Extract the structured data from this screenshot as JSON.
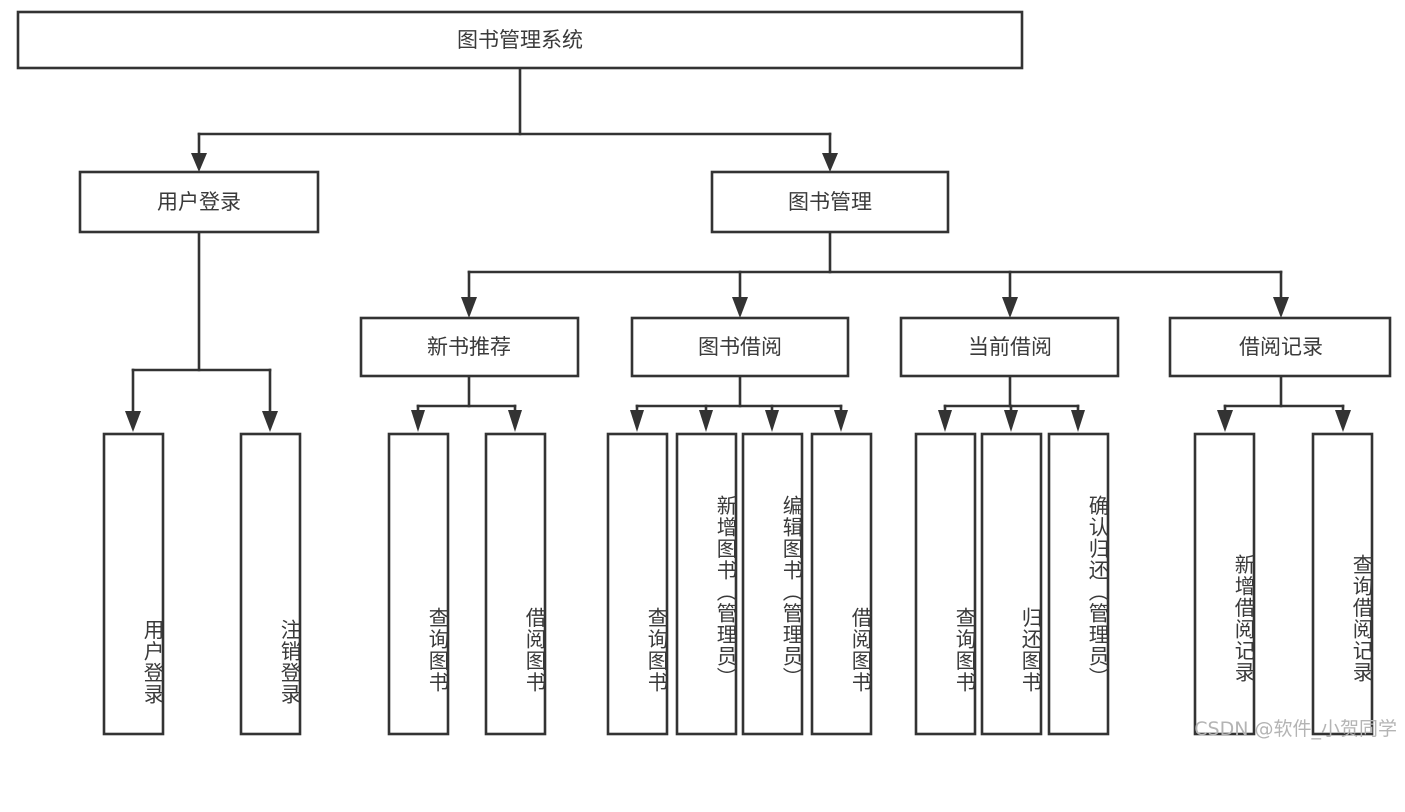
{
  "diagram": {
    "title": "图书管理系统",
    "type": "tree",
    "watermark": "CSDN @软件_小贺同学",
    "colors": {
      "stroke": "#333333",
      "box_fill": "#ffffff",
      "text": "#3a3a3a",
      "background": "#ffffff",
      "watermark": "#b4b4b4"
    },
    "root": {
      "id": "root",
      "label": "图书管理系统",
      "orientation": "horizontal"
    },
    "level2": [
      {
        "id": "user-login",
        "label": "用户登录",
        "orientation": "horizontal"
      },
      {
        "id": "book-management",
        "label": "图书管理",
        "orientation": "horizontal"
      }
    ],
    "level3": [
      {
        "id": "new-book-recommend",
        "label": "新书推荐",
        "orientation": "horizontal",
        "parent": "book-management"
      },
      {
        "id": "book-borrow",
        "label": "图书借阅",
        "orientation": "horizontal",
        "parent": "book-management"
      },
      {
        "id": "current-borrow",
        "label": "当前借阅",
        "orientation": "horizontal",
        "parent": "book-management"
      },
      {
        "id": "borrow-record",
        "label": "借阅记录",
        "orientation": "horizontal",
        "parent": "book-management"
      }
    ],
    "leaves": [
      {
        "id": "leaf-user-login",
        "label": "用户登录",
        "parent": "user-login",
        "orientation": "vertical"
      },
      {
        "id": "leaf-logout-login",
        "label": "注销登录",
        "parent": "user-login",
        "orientation": "vertical"
      },
      {
        "id": "leaf-query-book-1",
        "label": "查询图书",
        "parent": "new-book-recommend",
        "orientation": "vertical"
      },
      {
        "id": "leaf-borrow-book-1",
        "label": "借阅图书",
        "parent": "new-book-recommend",
        "orientation": "vertical"
      },
      {
        "id": "leaf-query-book-2",
        "label": "查询图书",
        "parent": "book-borrow",
        "orientation": "vertical"
      },
      {
        "id": "leaf-add-book",
        "label": "新增图书（管理员）",
        "parent": "book-borrow",
        "orientation": "vertical"
      },
      {
        "id": "leaf-edit-book",
        "label": "编辑图书（管理员）",
        "parent": "book-borrow",
        "orientation": "vertical"
      },
      {
        "id": "leaf-borrow-book-2",
        "label": "借阅图书",
        "parent": "book-borrow",
        "orientation": "vertical"
      },
      {
        "id": "leaf-query-book-3",
        "label": "查询图书",
        "parent": "current-borrow",
        "orientation": "vertical"
      },
      {
        "id": "leaf-return-book",
        "label": "归还图书",
        "parent": "current-borrow",
        "orientation": "vertical"
      },
      {
        "id": "leaf-confirm-return",
        "label": "确认归还（管理员）",
        "parent": "current-borrow",
        "orientation": "vertical"
      },
      {
        "id": "leaf-add-record",
        "label": "新增借阅记录",
        "parent": "borrow-record",
        "orientation": "vertical"
      },
      {
        "id": "leaf-query-record",
        "label": "查询借阅记录",
        "parent": "borrow-record",
        "orientation": "vertical"
      }
    ]
  }
}
